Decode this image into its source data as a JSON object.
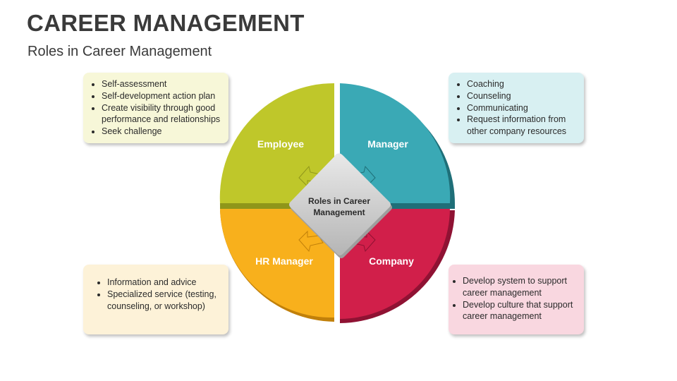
{
  "header": {
    "title": "CAREER MANAGEMENT",
    "subtitle": "Roles in Career Management"
  },
  "center": {
    "line1": "Roles in Career",
    "line2": "Management"
  },
  "quadrants": {
    "employee": {
      "label": "Employee",
      "color": "#bfc72a"
    },
    "manager": {
      "label": "Manager",
      "color": "#3aa9b5"
    },
    "hr_manager": {
      "label": "HR Manager",
      "color": "#f8b01c"
    },
    "company": {
      "label": "Company",
      "color": "#d11f4a"
    }
  },
  "boxes": {
    "employee": [
      "Self-assessment",
      "Self-development action plan",
      "Create visibility through good performance and relationships",
      "Seek challenge"
    ],
    "manager": [
      "Coaching",
      "Counseling",
      "Communicating",
      "Request information from other company resources"
    ],
    "hr_manager": [
      "Information and advice",
      "Specialized service (testing, counseling, or workshop)"
    ],
    "company": [
      "Develop system to support career management",
      "Develop culture that support career management"
    ]
  }
}
